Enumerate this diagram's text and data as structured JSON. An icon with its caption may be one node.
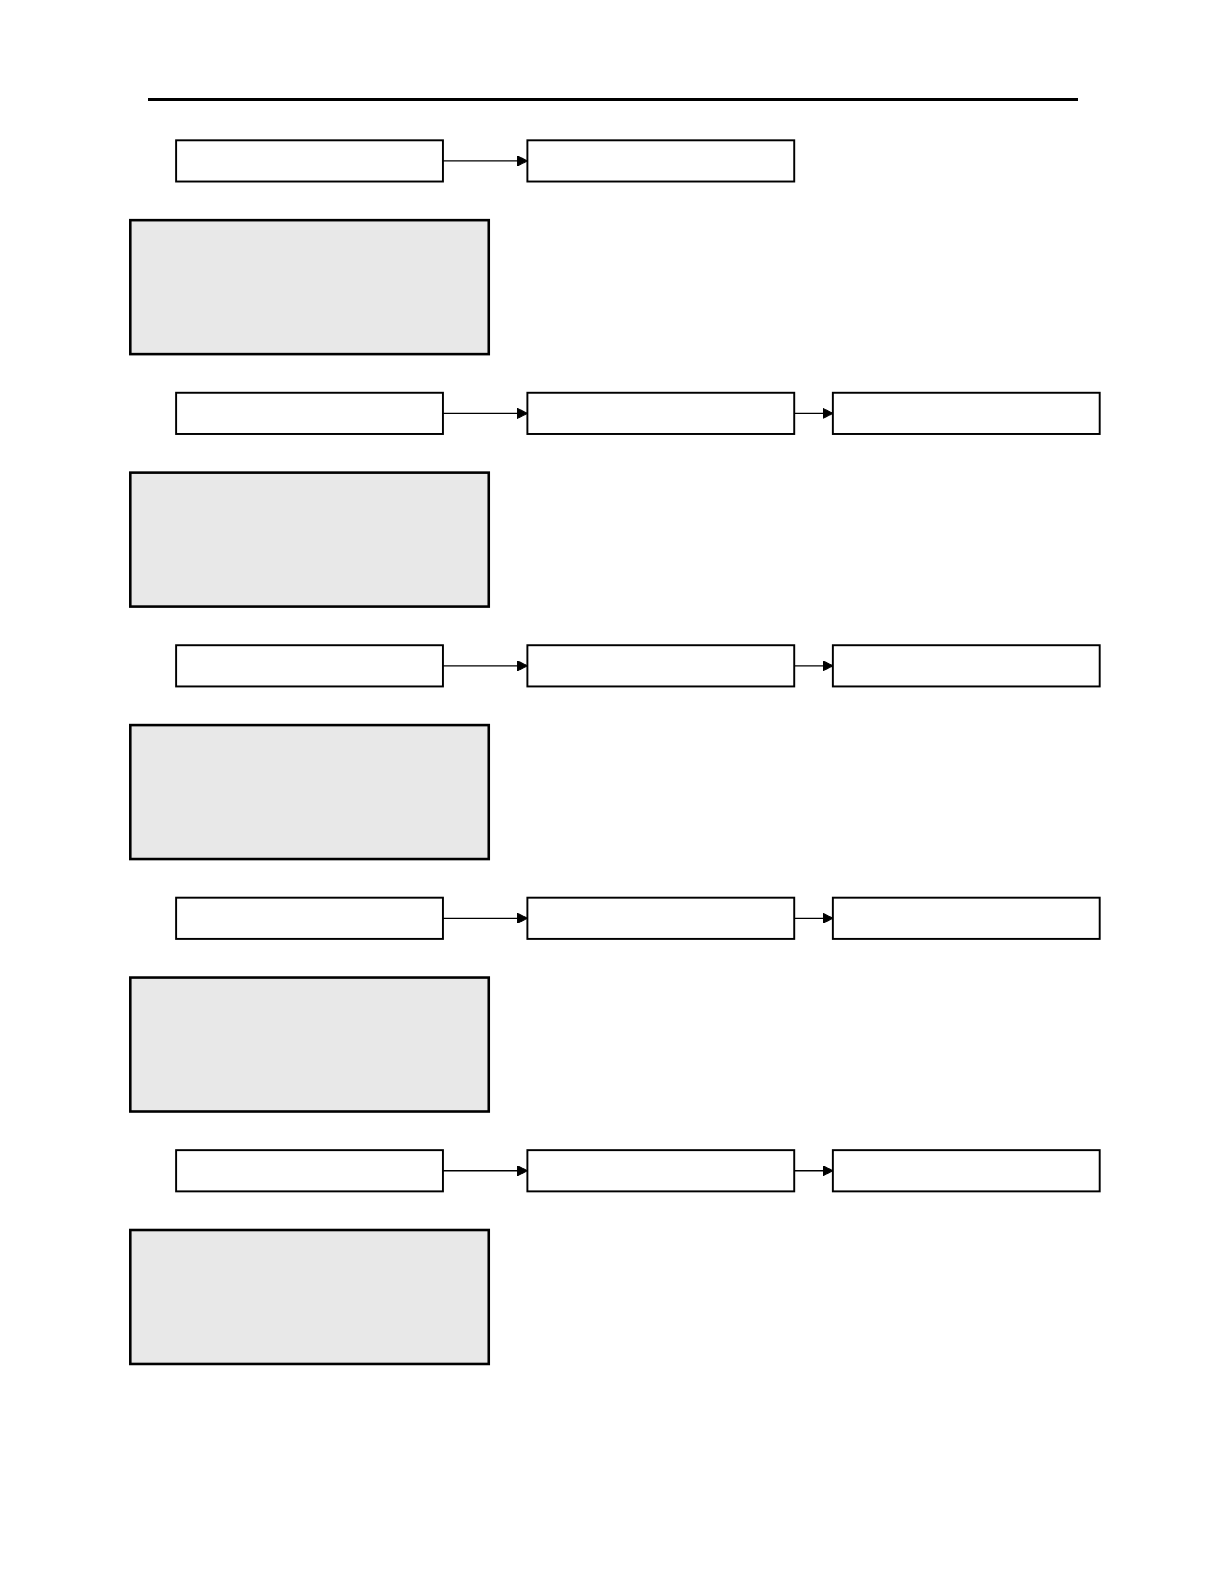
{
  "diagram": {
    "nodes": [
      {
        "text": [],
        "shape": "box"
      },
      {
        "text": [],
        "shape": "box"
      },
      {
        "text": [],
        "shape": "box"
      },
      {
        "text": [],
        "shape": "box"
      },
      {
        "text": [],
        "shape": "box"
      },
      {
        "text": [],
        "shape": "box"
      },
      {
        "text": [],
        "shape": "box"
      },
      {
        "text": [],
        "shape": "box"
      },
      {
        "text": [],
        "shape": "box"
      },
      {
        "text": [],
        "shape": "box"
      },
      {
        "text": [],
        "shape": "box"
      },
      {
        "text": [],
        "shape": "box"
      },
      {
        "text": [],
        "shape": "box"
      },
      {
        "text": [],
        "shape": "box"
      },
      {
        "text": [],
        "shape": "box"
      },
      {
        "text": [],
        "shape": "box"
      },
      {
        "text": [],
        "shape": "box"
      },
      {
        "text": [],
        "shape": "box"
      },
      {
        "text": [],
        "shape": "box"
      }
    ],
    "edges": [
      {
        "from": 0,
        "to": 1,
        "arrow": "to"
      },
      {
        "from": 3,
        "to": 4,
        "arrow": "to"
      },
      {
        "from": 4,
        "to": 5,
        "arrow": "to"
      },
      {
        "from": 7,
        "to": 8,
        "arrow": "to"
      },
      {
        "from": 8,
        "to": 9,
        "arrow": "to"
      },
      {
        "from": 11,
        "to": 12,
        "arrow": "to"
      },
      {
        "from": 12,
        "to": 13,
        "arrow": "to"
      },
      {
        "from": 15,
        "to": 16,
        "arrow": "to"
      },
      {
        "from": 16,
        "to": 17,
        "arrow": "to"
      }
    ]
  }
}
